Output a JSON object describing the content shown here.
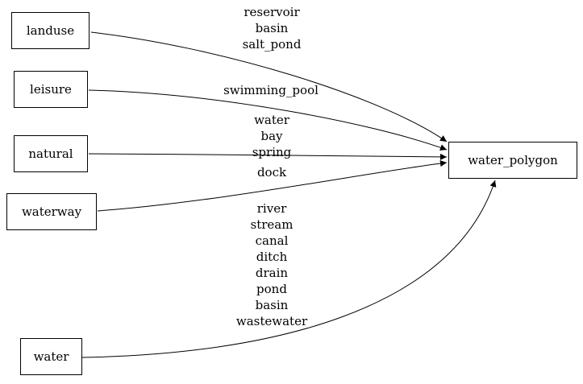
{
  "diagram": {
    "type": "directed-graph",
    "background": "#ffffff",
    "colors": {
      "node_border": "#000000",
      "node_fill": "#ffffff",
      "edge_stroke": "#000000",
      "text": "#000000"
    },
    "nodes": [
      {
        "id": "landuse",
        "label": "landuse"
      },
      {
        "id": "leisure",
        "label": "leisure"
      },
      {
        "id": "natural",
        "label": "natural"
      },
      {
        "id": "waterway",
        "label": "waterway"
      },
      {
        "id": "water",
        "label": "water"
      },
      {
        "id": "water_polygon",
        "label": "water_polygon"
      }
    ],
    "edges": [
      {
        "from": "landuse",
        "to": "water_polygon",
        "label": "reservoir\nbasin\nsalt_pond"
      },
      {
        "from": "leisure",
        "to": "water_polygon",
        "label": "swimming_pool"
      },
      {
        "from": "natural",
        "to": "water_polygon",
        "label": "water\nbay\nspring"
      },
      {
        "from": "waterway",
        "to": "water_polygon",
        "label": "dock"
      },
      {
        "from": "water",
        "to": "water_polygon",
        "label": "river\nstream\ncanal\nditch\ndrain\npond\nbasin\nwastewater"
      }
    ]
  }
}
